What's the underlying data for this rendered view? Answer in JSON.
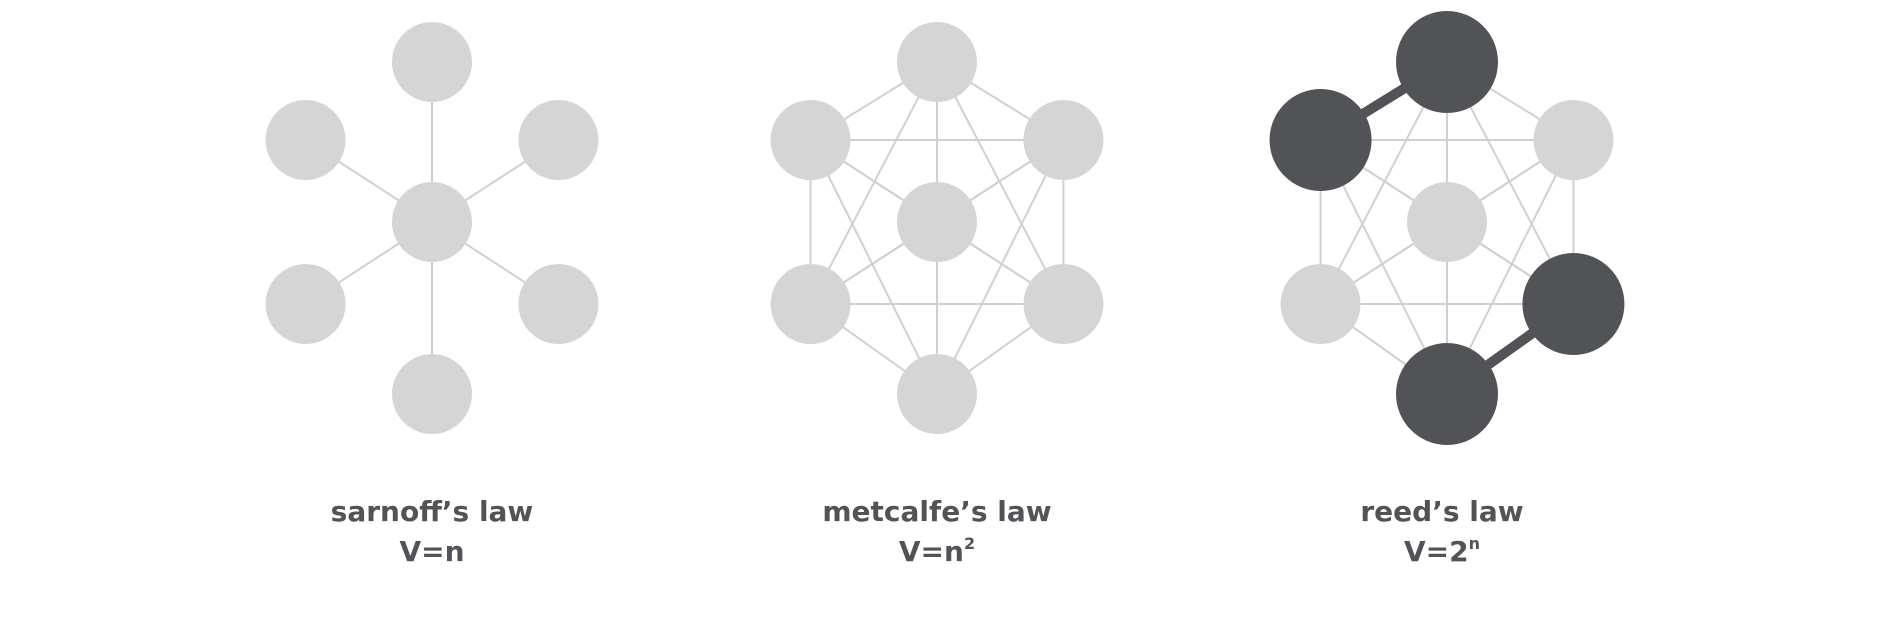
{
  "colors": {
    "node_default": "#d5d5d5",
    "node_highlight": "#525357",
    "edge_default": "#d0d0d0",
    "edge_highlight": "#525357",
    "text": "#525357",
    "background": "#ffffff"
  },
  "diagrams": [
    {
      "id": "sarnoff",
      "name": "sarnoff’s law",
      "formula_base": "V=n",
      "formula_sup": "",
      "topology": "star",
      "highlighted_nodes": [],
      "highlighted_edges": []
    },
    {
      "id": "metcalfe",
      "name": "metcalfe’s law",
      "formula_base": "V=n",
      "formula_sup": "2",
      "topology": "complete",
      "highlighted_nodes": [],
      "highlighted_edges": []
    },
    {
      "id": "reed",
      "name": "reed’s law",
      "formula_base": "V=2",
      "formula_sup": "n",
      "topology": "complete",
      "highlighted_nodes": [
        0,
        5,
        2,
        3
      ],
      "highlighted_edges": [
        [
          5,
          0
        ],
        [
          2,
          3
        ]
      ]
    }
  ]
}
